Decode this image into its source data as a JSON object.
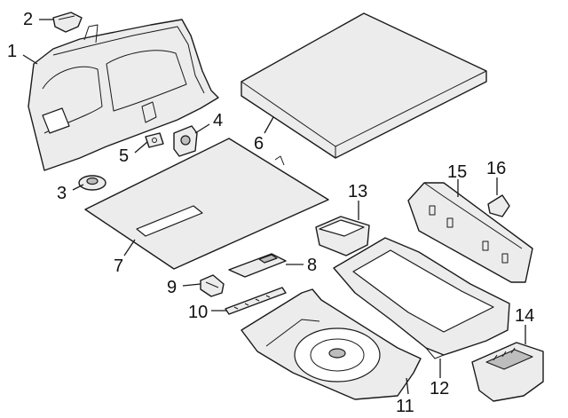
{
  "diagram": {
    "callouts": [
      {
        "id": "1",
        "label": "1"
      },
      {
        "id": "2",
        "label": "2"
      },
      {
        "id": "3",
        "label": "3"
      },
      {
        "id": "4",
        "label": "4"
      },
      {
        "id": "5",
        "label": "5"
      },
      {
        "id": "6",
        "label": "6"
      },
      {
        "id": "7",
        "label": "7"
      },
      {
        "id": "8",
        "label": "8"
      },
      {
        "id": "9",
        "label": "9"
      },
      {
        "id": "10",
        "label": "10"
      },
      {
        "id": "11",
        "label": "11"
      },
      {
        "id": "12",
        "label": "12"
      },
      {
        "id": "13",
        "label": "13"
      },
      {
        "id": "14",
        "label": "14"
      },
      {
        "id": "15",
        "label": "15"
      },
      {
        "id": "16",
        "label": "16"
      }
    ],
    "colors": {
      "line": "#1a1a1a",
      "fill": "#ececec",
      "shade": "#bdbdbd",
      "background": "#ffffff"
    }
  }
}
